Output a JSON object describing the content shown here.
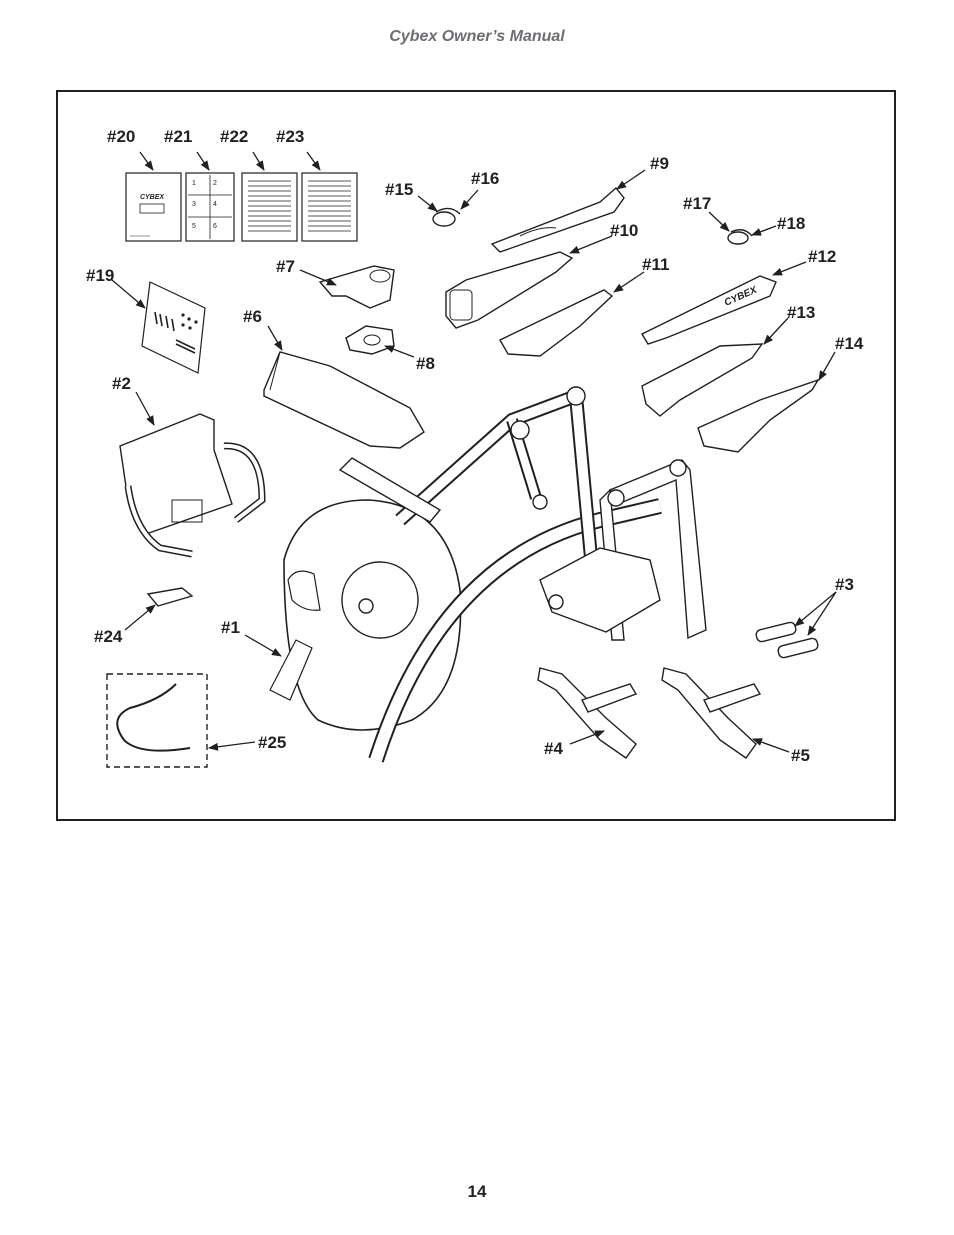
{
  "document": {
    "header": "Cybex Owner’s Manual",
    "page_number": "14"
  },
  "diagram": {
    "logo_text": "CYBEX",
    "grid_numbers": [
      "1",
      "2",
      "3",
      "4",
      "5",
      "6"
    ],
    "callouts": {
      "p1": "#1",
      "p2": "#2",
      "p3": "#3",
      "p4": "#4",
      "p5": "#5",
      "p6": "#6",
      "p7": "#7",
      "p8": "#8",
      "p9": "#9",
      "p10": "#10",
      "p11": "#11",
      "p12": "#12",
      "p13": "#13",
      "p14": "#14",
      "p15": "#15",
      "p16": "#16",
      "p17": "#17",
      "p18": "#18",
      "p19": "#19",
      "p20": "#20",
      "p21": "#21",
      "p22": "#22",
      "p23": "#23",
      "p24": "#24",
      "p25": "#25"
    }
  }
}
